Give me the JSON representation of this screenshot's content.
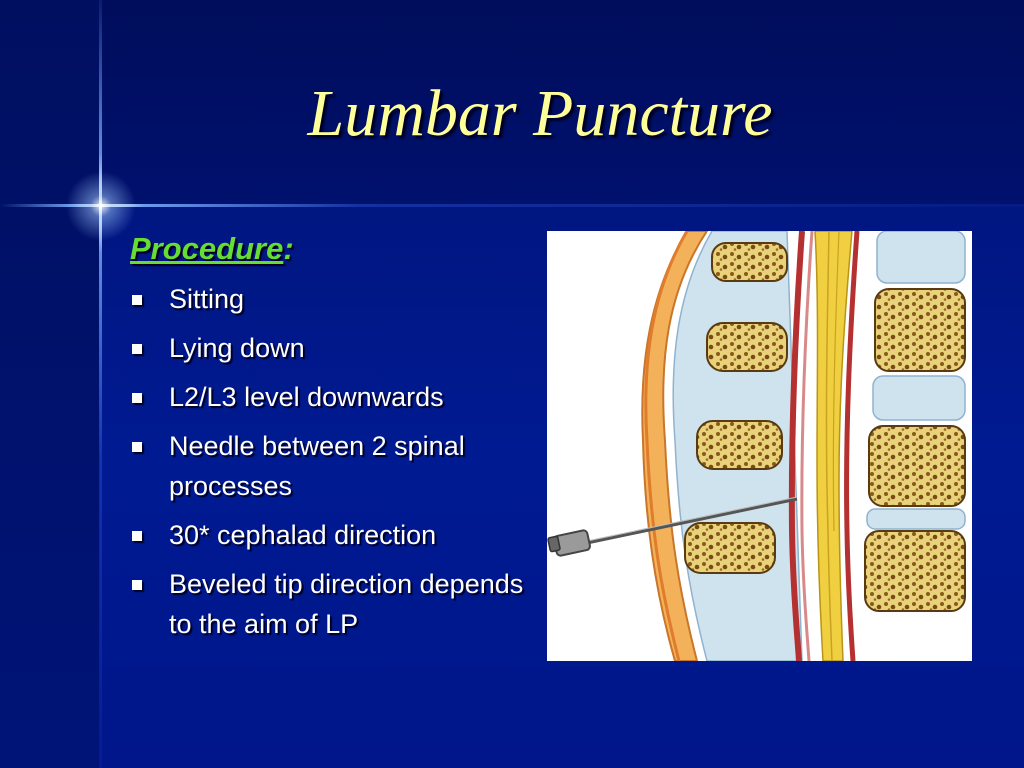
{
  "slide": {
    "title": "Lumbar Puncture",
    "heading": {
      "word": "Procedure",
      "suffix": ":"
    },
    "bullets": [
      "Sitting",
      "Lying down",
      "L2/L3 level downwards",
      "Needle between 2 spinal processes",
      "30* cephalad direction",
      "Beveled tip direction depends to the aim of LP"
    ],
    "colors": {
      "background": "#001681",
      "title": "#ffff99",
      "heading": "#66dd33",
      "text": "#ffffff"
    },
    "figure": {
      "subject": "spine-needle-illustration"
    }
  }
}
